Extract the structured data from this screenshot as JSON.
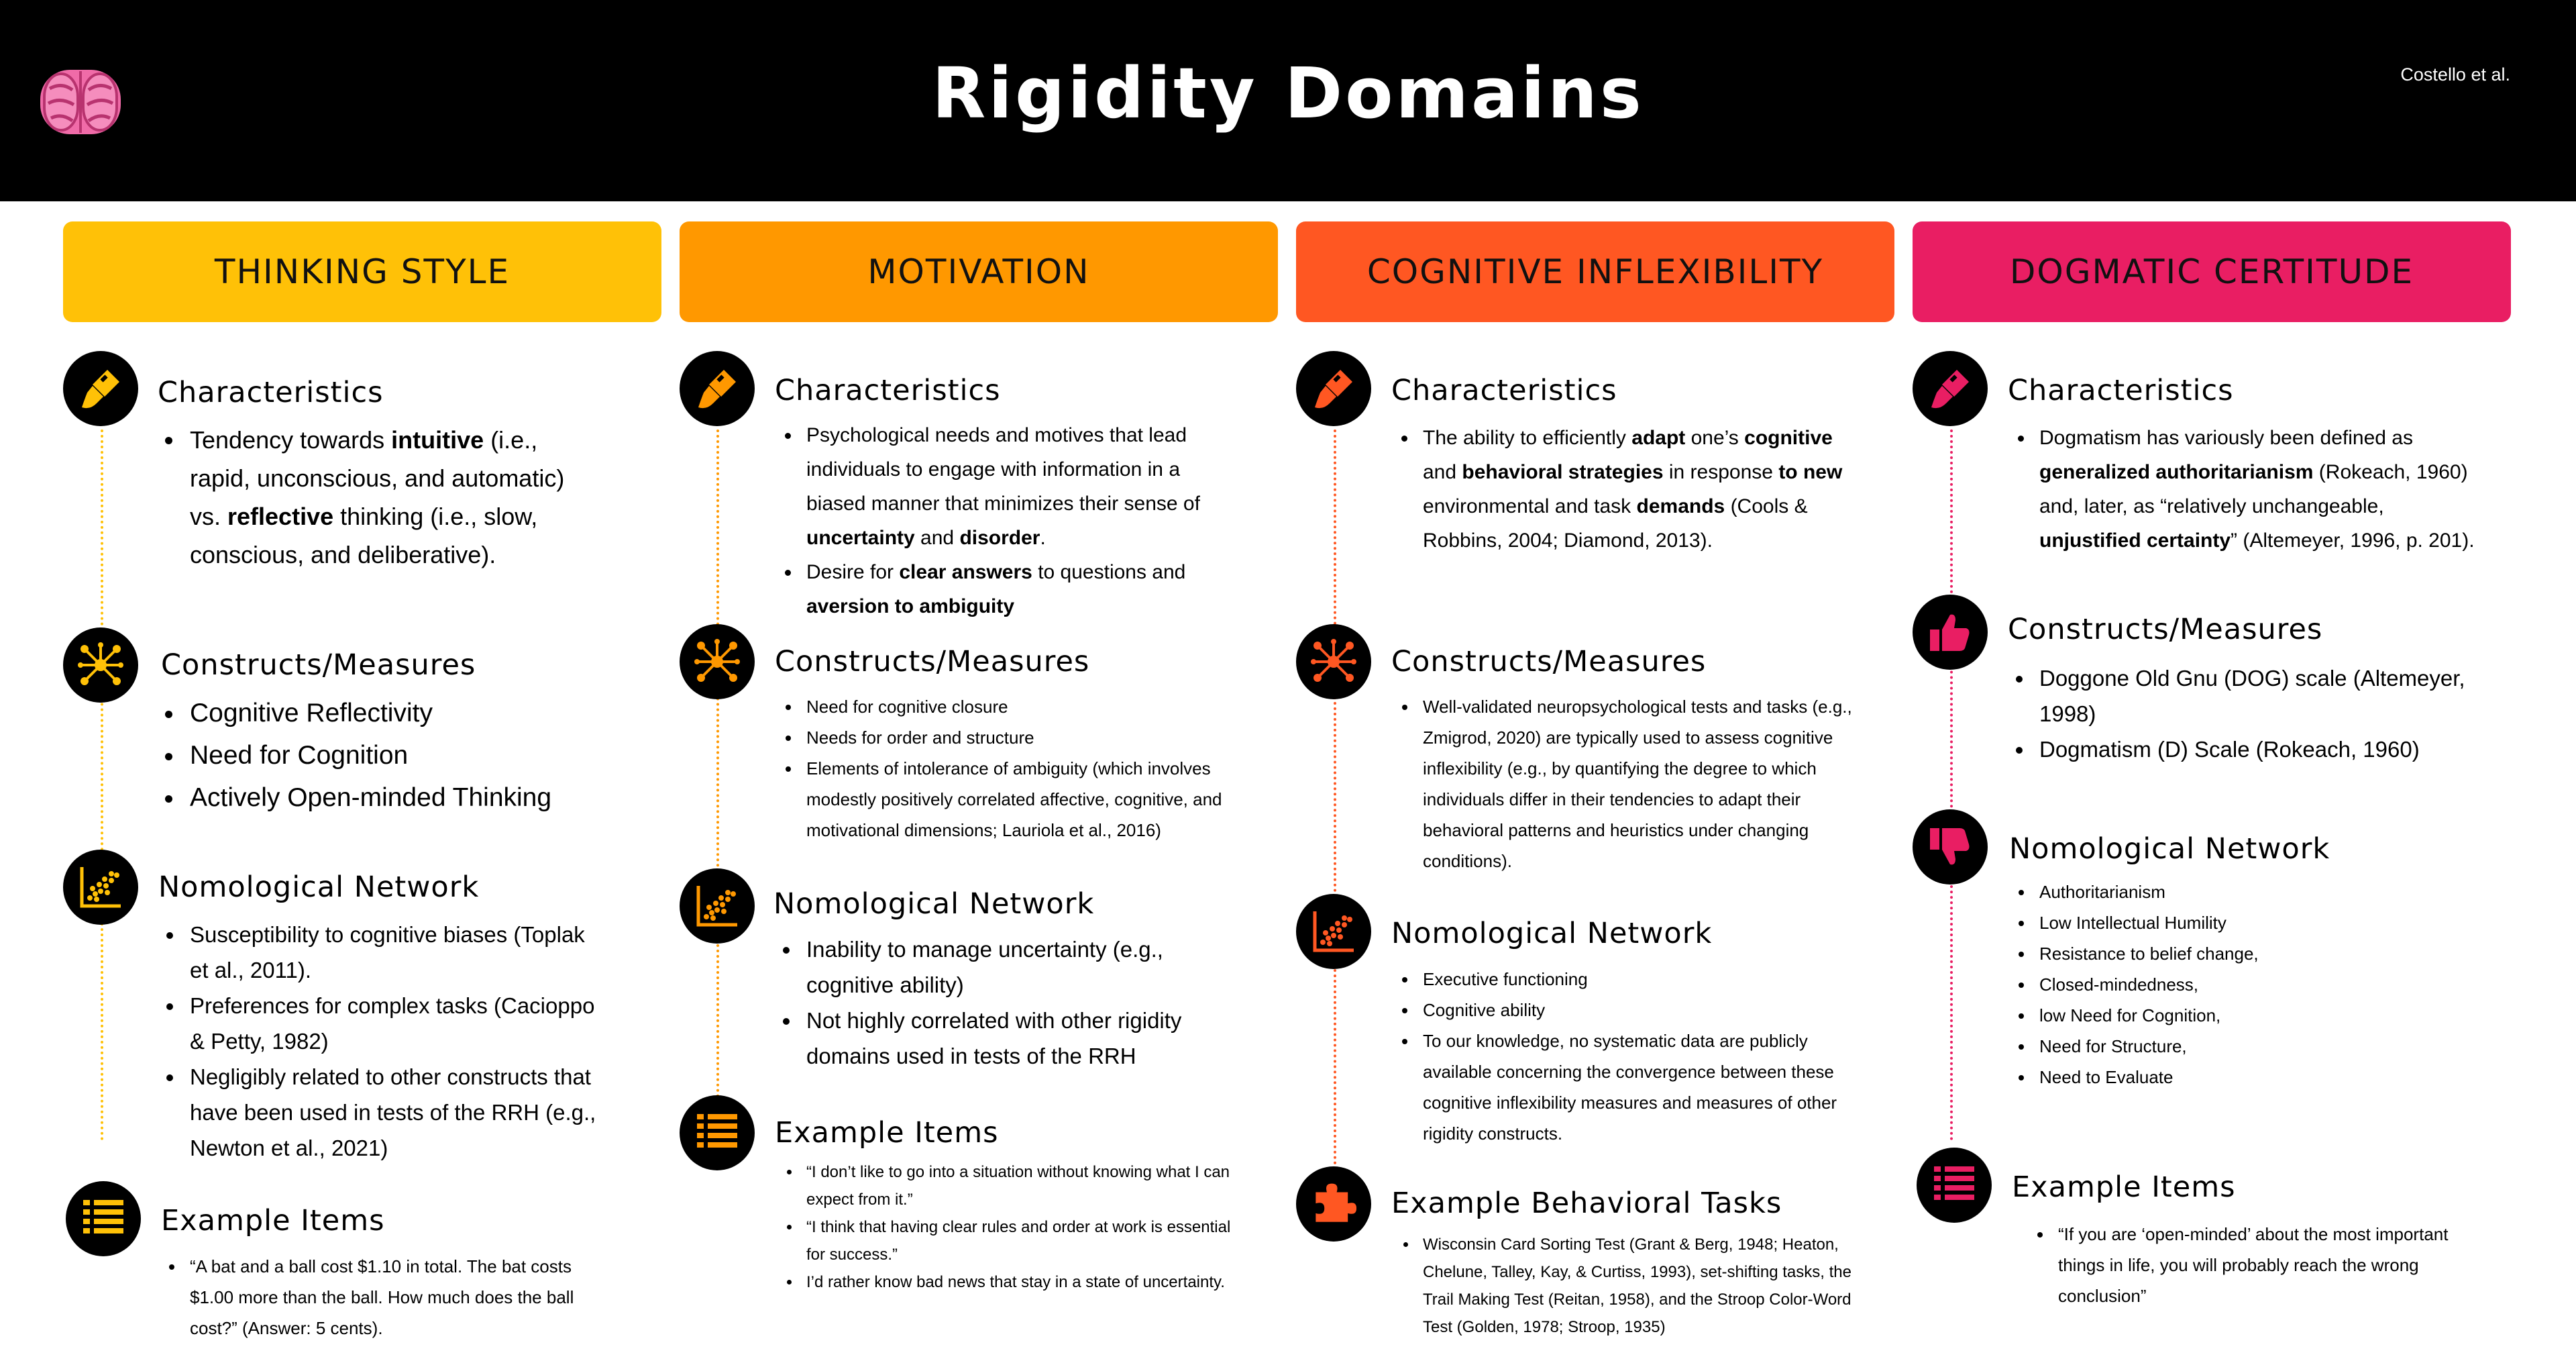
{
  "header": {
    "title": "Rigidity Domains",
    "author": "Costello et al.",
    "logo_icon": "brain-icon"
  },
  "colors": {
    "thinking": "#FFC107",
    "motivation": "#FF9800",
    "cognitive": "#FF5722",
    "dogmatic": "#E91E63"
  },
  "columns": [
    {
      "title": "THINKING STYLE",
      "sections": [
        {
          "icon": "paintbrush-icon",
          "title": "Characteristics",
          "items": [
            "Tendency towards intuitive  (i.e., rapid, unconscious, and automatic) vs. reflective  thinking (i.e., slow, conscious, and deliberative)."
          ]
        },
        {
          "icon": "network-icon",
          "title": "Constructs/Measures",
          "items": [
            "Cognitive Reflectivity",
            "Need for Cognition",
            "Actively Open-minded Thinking"
          ]
        },
        {
          "icon": "scatter-plot-icon",
          "title": "Nomological Network",
          "items": [
            "Susceptibility to  cognitive biases (Toplak et al., 2011).",
            "Preferences for complex tasks (Cacioppo & Petty, 1982)",
            "Negligibly related to other constructs that have been used in tests of the RRH (e.g., Newton et al., 2021)"
          ]
        },
        {
          "icon": "list-icon",
          "title": "Example Items",
          "items": [
            "“A bat and a ball cost $1.10 in total. The bat costs $1.00 more than the ball. How much does the ball cost?” (Answer: 5 cents)."
          ]
        }
      ]
    },
    {
      "title": "MOTIVATION",
      "sections": [
        {
          "icon": "paintbrush-icon",
          "title": "Characteristics",
          "items": [
            "Psychological needs and motives that lead individuals to engage with information in a biased manner that minimizes their sense of uncertainty and disorder.",
            "Desire for clear answers to questions and aversion to ambiguity"
          ]
        },
        {
          "icon": "network-icon",
          "title": "Constructs/Measures",
          "items": [
            "Need for cognitive closure",
            "Needs for order and structure",
            "Elements of intolerance of ambiguity (which involves modestly positively correlated affective, cognitive, and motivational dimensions; Lauriola et al., 2016)"
          ]
        },
        {
          "icon": "scatter-plot-icon",
          "title": "Nomological Network",
          "items": [
            "Inability to manage uncertainty (e.g., cognitive ability)",
            "Not highly correlated with other rigidity domains used in tests of the RRH"
          ]
        },
        {
          "icon": "list-icon",
          "title": "Example Items",
          "items": [
            "“I don’t like to go into a situation without knowing what I can expect from it.”",
            "“I think that having clear rules and order at work is essential for success.”",
            "I’d rather know bad news that stay in a state of uncertainty."
          ]
        }
      ]
    },
    {
      "title": "COGNITIVE INFLEXIBILITY",
      "sections": [
        {
          "icon": "paintbrush-icon",
          "title": "Characteristics",
          "items": [
            "The ability to efficiently adapt one’s cognitive and behavioral strategies in response to new environmental and task demands (Cools & Robbins, 2004; Diamond, 2013)."
          ]
        },
        {
          "icon": "network-icon",
          "title": "Constructs/Measures",
          "items": [
            "Well-validated neuropsychological tests and tasks (e.g., Zmigrod, 2020) are typically used to assess cognitive inflexibility (e.g., by quantifying the degree to which individuals differ in their tendencies to adapt their behavioral patterns and heuristics under changing conditions)."
          ]
        },
        {
          "icon": "scatter-plot-icon",
          "title": "Nomological Network",
          "items": [
            "Executive functioning",
            "Cognitive ability",
            "To our knowledge, no systematic data are publicly available concerning the convergence between these cognitive inflexibility measures and measures of other rigidity constructs."
          ]
        },
        {
          "icon": "puzzle-icon",
          "title": "Example Behavioral Tasks",
          "items": [
            "Wisconsin Card Sorting Test (Grant & Berg, 1948; Heaton, Chelune, Talley, Kay, & Curtiss, 1993), set-shifting tasks, the Trail Making Test (Reitan, 1958), and the Stroop Color-Word Test (Golden, 1978; Stroop, 1935)"
          ]
        }
      ]
    },
    {
      "title": "DOGMATIC CERTITUDE",
      "sections": [
        {
          "icon": "paintbrush-icon",
          "title": "Characteristics",
          "items": [
            "Dogmatism has variously been defined as generalized authoritarianism (Rokeach, 1960) and, later, as “relatively unchangeable, unjustified certainty” (Altemeyer, 1996, p. 201)."
          ]
        },
        {
          "icon": "thumbs-up-icon",
          "title": "Constructs/Measures",
          "items": [
            "Doggone Old Gnu (DOG) scale (Altemeyer, 1998)",
            "Dogmatism (D) Scale (Rokeach, 1960)"
          ]
        },
        {
          "icon": "thumbs-down-icon",
          "title": "Nomological Network",
          "items": [
            "Authoritarianism",
            "Low Intellectual Humility",
            "Resistance to belief change,",
            "Closed-mindedness,",
            "low Need for Cognition,",
            "Need for Structure,",
            "Need to Evaluate"
          ]
        },
        {
          "icon": "list-icon",
          "title": "Example Items",
          "items": [
            "“If you are ‘open-minded’ about the most important things in life, you will probably reach the wrong conclusion”"
          ]
        }
      ]
    }
  ]
}
